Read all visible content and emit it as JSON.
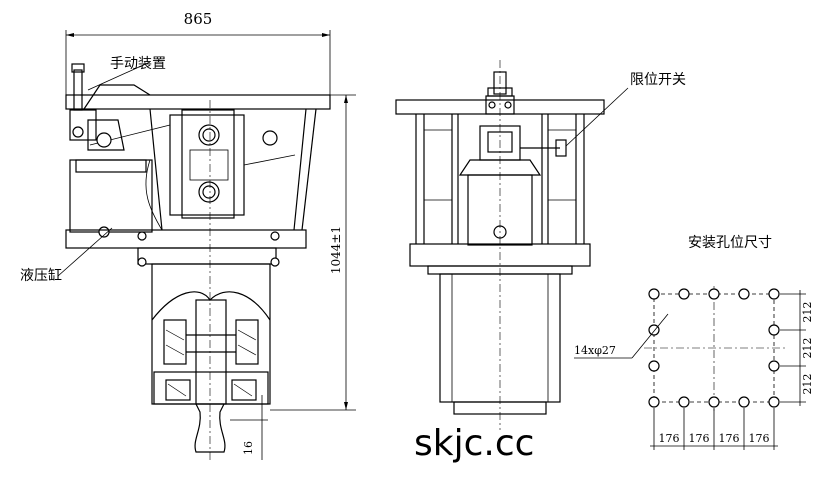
{
  "labels": {
    "manual_device": "手动装置",
    "limit_switch": "限位开关",
    "hydraulic_cylinder": "液压缸",
    "mounting_holes_title": "安装孔位尺寸"
  },
  "dimensions": {
    "overall_width": "865",
    "overall_height": "1044±1",
    "bottom_offset": "16",
    "hole_spec": "14xφ27",
    "vertical_spacing": [
      "212",
      "212",
      "212"
    ],
    "horizontal_spacing": [
      "176",
      "176",
      "176",
      "176"
    ]
  },
  "watermark": "skjc.cc"
}
